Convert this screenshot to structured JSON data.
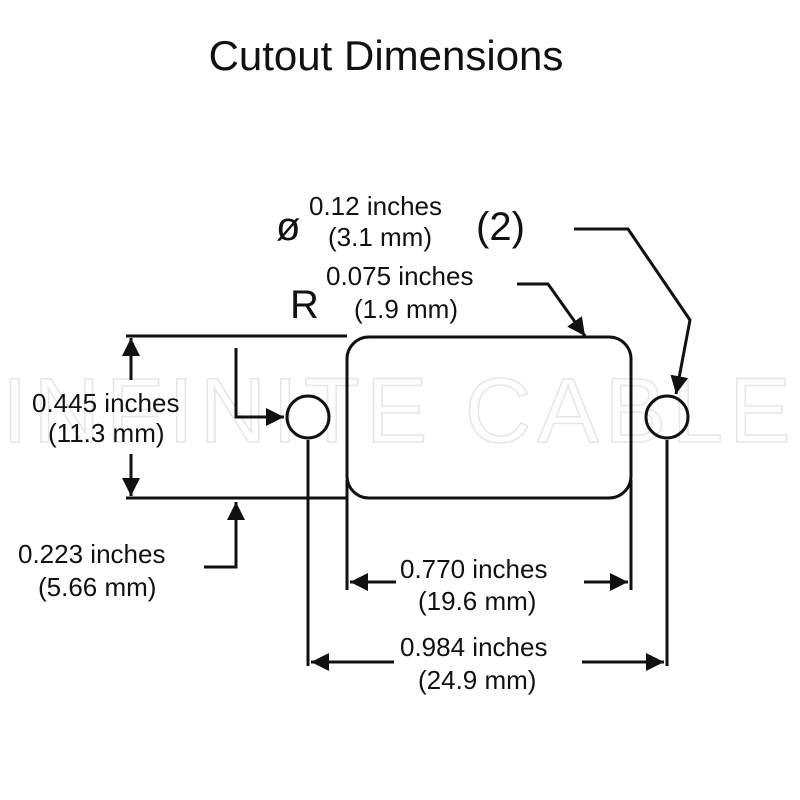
{
  "title": "Cutout Dimensions",
  "watermark": "INFINITE CABLES",
  "diameter": {
    "symbol": "ø",
    "line1": "0.12 inches",
    "line2": "(3.1 mm)",
    "count": "(2)"
  },
  "radius": {
    "symbol": "R",
    "line1": "0.075 inches",
    "line2": "(1.9 mm)"
  },
  "height": {
    "line1": "0.445 inches",
    "line2": "(11.3 mm)"
  },
  "hole_offset": {
    "line1": "0.223 inches",
    "line2": "(5.66 mm)"
  },
  "cutout_width": {
    "line1": "0.770 inches",
    "line2": "(19.6 mm)"
  },
  "hole_spacing": {
    "line1": "0.984 inches",
    "line2": "(24.9 mm)"
  },
  "colors": {
    "ink": "#111111",
    "watermark": "#e6e6e6",
    "background": "#ffffff"
  }
}
